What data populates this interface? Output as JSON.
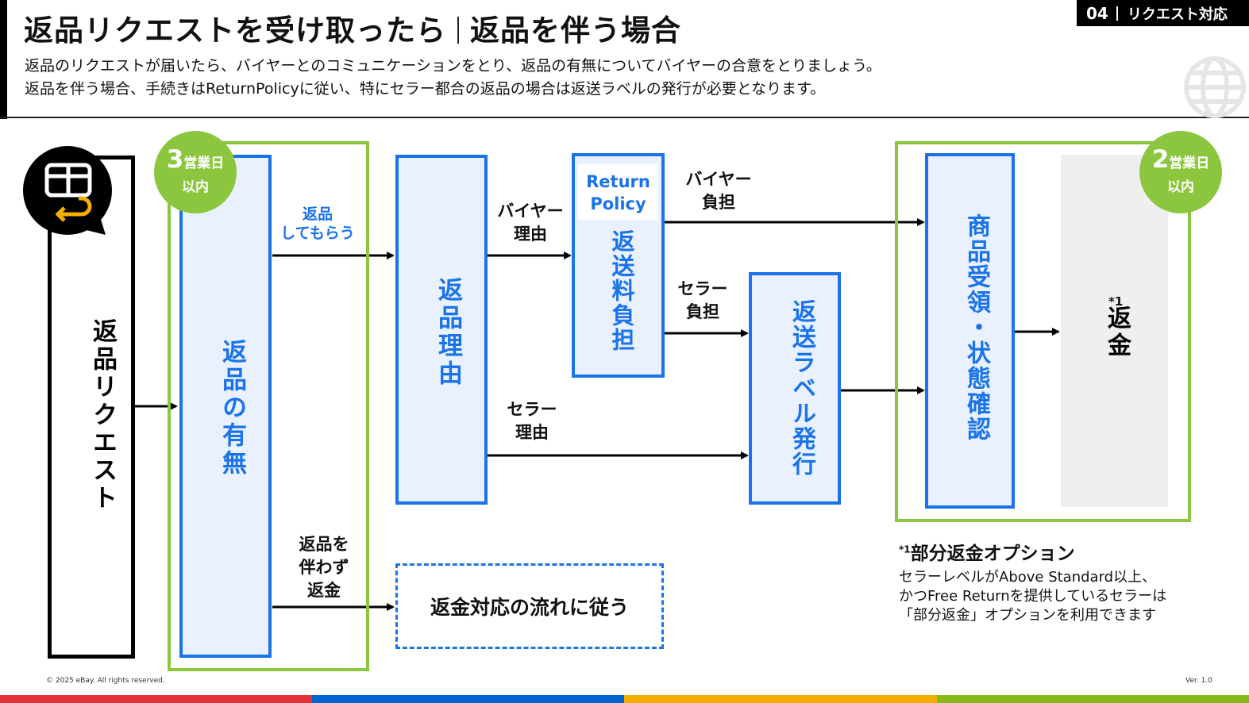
{
  "header": {
    "title_main": "返品リクエストを受け取ったら",
    "title_sub": "返品を伴う場合",
    "desc_line1": "返品のリクエストが届いたら、バイヤーとのコミュニケーションをとり、返品の有無についてバイヤーの合意をとりましょう。",
    "desc_line2": "返品を伴う場合、手続きはReturnPolicyに従い、特にセラー都合の返品の場合は返送ラベルの発行が必要となります。",
    "tag_number": "04",
    "tag_label": "リクエスト対応"
  },
  "diagram": {
    "request_box": "返品リクエスト",
    "return_decision_box": "返品の有無",
    "return_reason_box": "返品理由",
    "return_policy_title": "Return Policy",
    "shipping_burden_box": "返送料負担",
    "label_issue_box": "返送ラベル発行",
    "item_check_box": "商品受領・状態確認",
    "refund_box": "返金",
    "refund_note_mark": "*1",
    "refund_flow_box": "返金対応の流れに従う",
    "badge_left": {
      "num": "3",
      "unit": "営業日",
      "sub": "以内"
    },
    "badge_right": {
      "num": "2",
      "unit": "営業日",
      "sub": "以内"
    },
    "edge_have_return_1": "返品",
    "edge_have_return_2": "してもらう",
    "edge_no_return_1": "返品を",
    "edge_no_return_2": "伴わず",
    "edge_no_return_3": "返金",
    "edge_buyer_reason_1": "バイヤー",
    "edge_buyer_reason_2": "理由",
    "edge_seller_reason_1": "セラー",
    "edge_seller_reason_2": "理由",
    "edge_buyer_pays_1": "バイヤー",
    "edge_buyer_pays_2": "負担",
    "edge_seller_pays_1": "セラー",
    "edge_seller_pays_2": "負担"
  },
  "note": {
    "title_mark": "*1",
    "title": "部分返金オプション",
    "line1": "セラーレベルがAbove Standard以上、",
    "line2": "かつFree Returnを提供しているセラーは",
    "line3": "「部分返金」オプションを利用できます"
  },
  "footer": {
    "copyright": "© 2025 eBay. All rights reserved.",
    "version": "Ver. 1.0"
  },
  "colors": {
    "accent_blue": "#1a73e8",
    "box_fill": "#e8f1fd",
    "green": "#8cc63f",
    "strip_red": "#e53238",
    "strip_blue": "#0064d2",
    "strip_yellow": "#f5af02",
    "strip_green": "#86b817"
  }
}
